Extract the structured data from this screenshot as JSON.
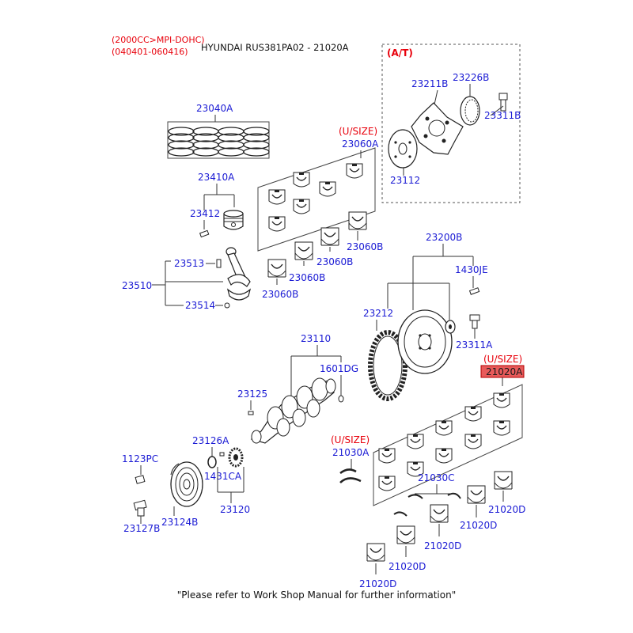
{
  "header": {
    "engine": "(2000CC>MPI-DOHC)",
    "date_range": "(040401-060416)",
    "catalog": "HYUNDAI RUS381PA02 - 21020A"
  },
  "at_group": {
    "label": "(A/T)"
  },
  "callouts": {
    "p23211B": "23211B",
    "p23226B": "23226B",
    "p23311B": "23311B",
    "p23112": "23112",
    "p23040A": "23040A",
    "usize_bearing": "(U/SIZE)",
    "p23060A": "23060A",
    "p23410A": "23410A",
    "p23412": "23412",
    "p23060B_1": "23060B",
    "p23060B_2": "23060B",
    "p23060B_3": "23060B",
    "p23060B_4": "23060B",
    "p23513": "23513",
    "p23510": "23510",
    "p23514": "23514",
    "p23200B": "23200B",
    "p1430JE": "1430JE",
    "p23212": "23212",
    "p23311A": "23311A",
    "usize_main": "(U/SIZE)",
    "p21020A": "21020A",
    "p23110": "23110",
    "p1601DG": "1601DG",
    "p23125": "23125",
    "usize_thrust": "(U/SIZE)",
    "p21030A": "21030A",
    "p23126A": "23126A",
    "p1123PC": "1123PC",
    "p1431CA": "1431CA",
    "p23120": "23120",
    "p23127B": "23127B",
    "p23124B": "23124B",
    "p21030C": "21030C",
    "p21020D_1": "21020D",
    "p21020D_2": "21020D",
    "p21020D_3": "21020D",
    "p21020D_4": "21020D",
    "p21020D_5": "21020D"
  },
  "highlight_color": "#e85a5a",
  "footer": "\"Please refer to Work Shop Manual for further information\""
}
